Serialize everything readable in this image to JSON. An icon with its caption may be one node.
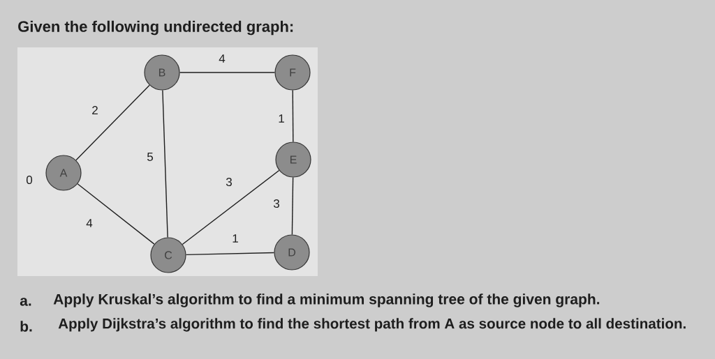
{
  "diagram": {
    "title": "Given the following undirected graph:",
    "nodes": [
      {
        "text": [
          "B"
        ]
      },
      {
        "text": [
          "F"
        ]
      },
      {
        "text": [
          "E"
        ]
      },
      {
        "text": [
          "A"
        ],
        "beside": [
          "0"
        ]
      },
      {
        "text": [
          "C"
        ]
      },
      {
        "text": [
          "D"
        ]
      }
    ],
    "edges": [
      {
        "from": 3,
        "to": 0,
        "arrow": "none",
        "label": "2"
      },
      {
        "from": 0,
        "to": 1,
        "arrow": "none",
        "label": "4"
      },
      {
        "from": 1,
        "to": 2,
        "arrow": "none",
        "label": "1"
      },
      {
        "from": 0,
        "to": 4,
        "arrow": "none",
        "label": "5"
      },
      {
        "from": 3,
        "to": 4,
        "arrow": "none",
        "label": "4"
      },
      {
        "from": 4,
        "to": 2,
        "arrow": "none",
        "label": "3"
      },
      {
        "from": 2,
        "to": 5,
        "arrow": "none",
        "label": "3"
      },
      {
        "from": 4,
        "to": 5,
        "arrow": "none",
        "label": "1"
      }
    ],
    "labels": [
      "a.",
      "Apply Kruskal’s algorithm to find a minimum spanning tree of the given graph.",
      "b.",
      "Apply Dijkstra’s algorithm to find the shortest path from A as source node to all destination."
    ]
  }
}
